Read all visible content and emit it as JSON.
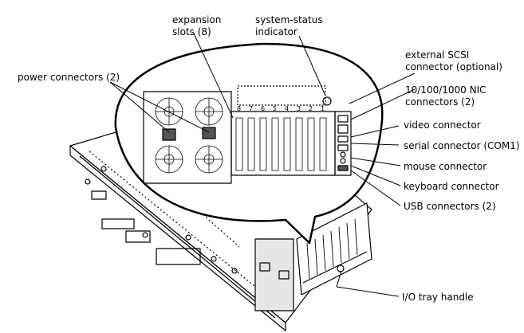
{
  "labels": {
    "expansion_slots": [
      "expansion",
      "slots (8)"
    ],
    "system_status": [
      "system-status",
      "indicator"
    ],
    "power_connectors": "power connectors (2)",
    "external_scsi": [
      "external SCSI",
      "connector (optional)"
    ],
    "nic_connectors": [
      "10/100/1000 NIC",
      "connectors (2)"
    ],
    "video_connector": "video connector",
    "serial_connector": "serial connector (COM1)",
    "mouse_connector": "mouse connector",
    "keyboard_connector": "keyboard connector",
    "usb_connectors": "USB connectors (2)",
    "io_tray_handle": "I/O tray handle"
  },
  "slot_numbers": [
    "8",
    "7",
    "6",
    "5",
    "4",
    "3",
    "2",
    "1"
  ]
}
